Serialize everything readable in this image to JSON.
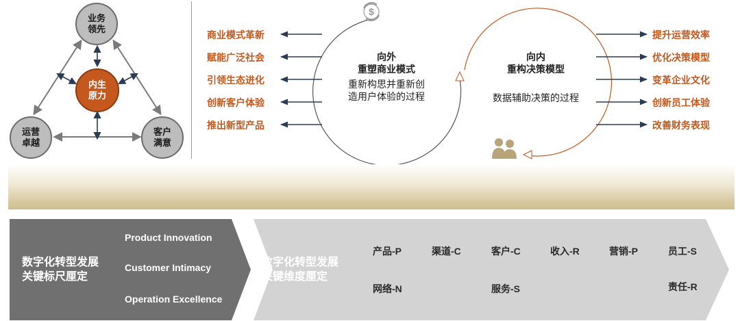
{
  "triangle": {
    "top_node": "业务\n领先",
    "center_node": "内生\n原力",
    "left_node": "运营\n卓越",
    "right_node": "客户\n满意"
  },
  "outward": {
    "title_line1": "向外",
    "title_line2": "重塑商业模式",
    "desc_line1": "重新构思并重新创",
    "desc_line2": "造用户体验的过程",
    "items": [
      "商业模式革新",
      "赋能广泛社会",
      "引领生态进化",
      "创新客户体验",
      "推出新型产品"
    ]
  },
  "inward": {
    "title_line1": "向内",
    "title_line2": "重构决策模型",
    "desc": "数据辅助决策的过程",
    "items": [
      "提升运营效率",
      "优化决策模型",
      "变革企业文化",
      "创新员工体验",
      "改善财务表现"
    ]
  },
  "bottom": {
    "left_title_line1": "数字化转型发展",
    "left_title_line2": "关键标尺厘定",
    "benchmarks": [
      "Product Innovation",
      "Customer Intimacy",
      "Operation Excellence"
    ],
    "right_title_line1": "数字化转型发展",
    "right_title_line2": "关键维度厘定",
    "dimensions_row1": [
      "产品-P",
      "渠道-C",
      "客户-C",
      "收入-R",
      "营销-P",
      "员工-S"
    ],
    "dimensions_row2": [
      "网络-N",
      "服务-S",
      "责任-R"
    ]
  },
  "colors": {
    "orange": "#c5581c",
    "grey_dark": "#707070",
    "grey_light": "#cfcfcf",
    "arrow_dark": "#2a3b55"
  },
  "icons": [
    "dollar-cycle-icon",
    "people-icon"
  ]
}
